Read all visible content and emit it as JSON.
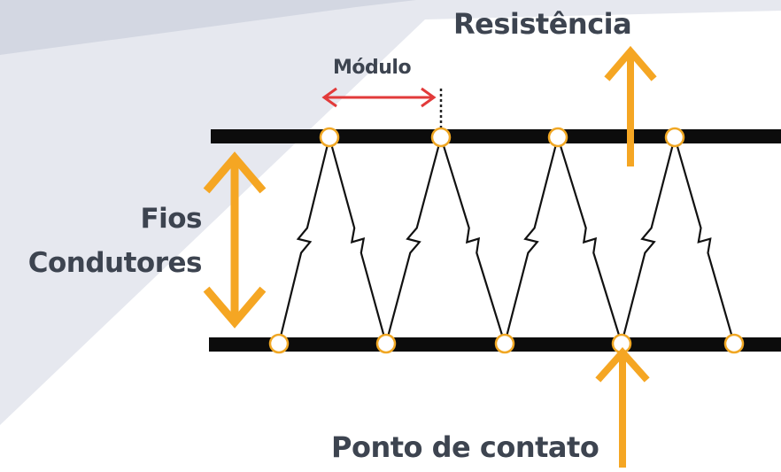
{
  "diagram": {
    "labels": {
      "resistance": "Resistência",
      "module": "Módulo",
      "wires_line1": "Fios",
      "wires_line2": "Condutores",
      "contact_point": "Ponto de contato"
    },
    "colors": {
      "background_light": "#ffffff",
      "background_shade": "#e6e8ef",
      "background_stripe": "#d3d7e2",
      "conductor": "#0c0c0c",
      "arrow_orange": "#f5a623",
      "arrow_red": "#e23a3a",
      "node_fill": "#ffffff",
      "node_stroke": "#f0a724",
      "text": "#3d4450",
      "dotted_marker": "#222222"
    },
    "icons": {
      "resistance_arrow": "arrow-up-icon",
      "module_arrow": "double-headed-horizontal-arrow-icon",
      "wires_arrow": "double-headed-vertical-arrow-icon",
      "contact_arrow": "arrow-up-icon",
      "node": "contact-node-circle-icon"
    }
  }
}
